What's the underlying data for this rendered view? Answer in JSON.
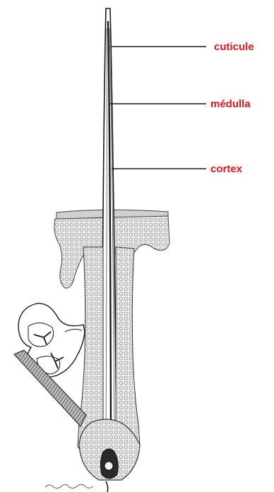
{
  "diagram": {
    "labels": {
      "cuticule": "cuticule",
      "medulla": "médulla",
      "cortex": "cortex"
    },
    "signature": "...",
    "colors": {
      "label": "#e8141b",
      "ink": "#1a1a1a",
      "cell_fill": "#e6e6e6"
    }
  }
}
